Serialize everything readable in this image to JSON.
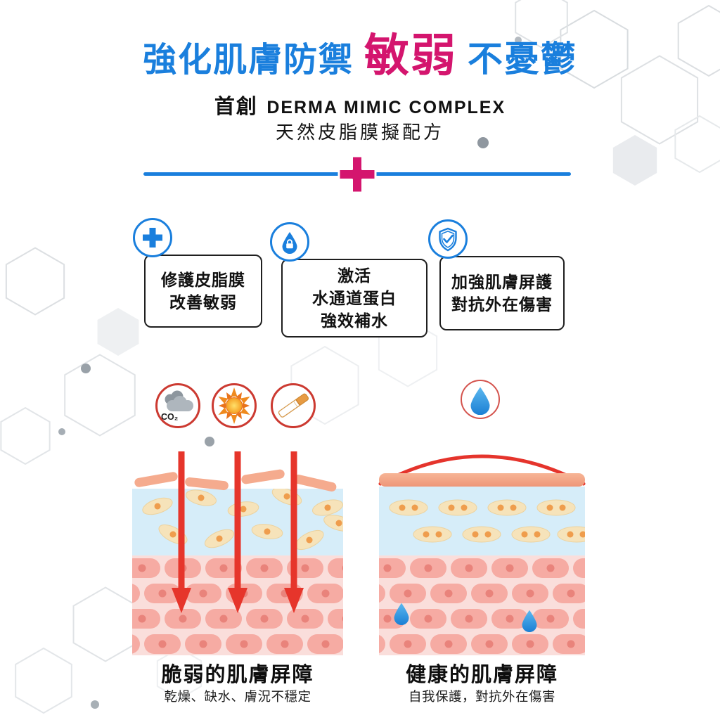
{
  "header": {
    "title_part1": "強化肌膚防禦",
    "title_part2": "敏弱",
    "title_part3": "不憂鬱",
    "subtitle_prefix": "首創",
    "subtitle_latin": "DERMA MIMIC COMPLEX",
    "formula_line": "天然皮脂膜擬配方"
  },
  "features": [
    {
      "icon": "plus-icon",
      "lines": [
        "修護皮脂膜",
        "改善敏弱"
      ]
    },
    {
      "icon": "water-drop-lock-icon",
      "lines": [
        "激活",
        "水通道蛋白",
        "強效補水"
      ]
    },
    {
      "icon": "shield-check-icon",
      "lines": [
        "加強肌膚屏護",
        "對抗外在傷害"
      ]
    }
  ],
  "comparison": {
    "left": {
      "hazards": {
        "icons": [
          "co2-cloud-icon",
          "sun-icon",
          "cigarette-icon"
        ],
        "co2_label": "CO₂"
      },
      "title": "脆弱的肌膚屏障",
      "subtitle": "乾燥、缺水、膚況不穩定"
    },
    "right": {
      "icon": "water-drop-icon",
      "title": "健康的肌膚屏障",
      "subtitle": "自我保護，對抗外在傷害"
    }
  },
  "colors": {
    "accent_blue": "#1a7fdd",
    "accent_magenta": "#d4156e",
    "alert_red_circle": "#cc3a31",
    "arrow_red": "#e6352b",
    "skin_barrier_salmon": "#f5ab8e",
    "epidermis_blue": "#d6edf9",
    "dermis_pink": "#fadedb",
    "water_drop_blue": "#2f9de4"
  }
}
